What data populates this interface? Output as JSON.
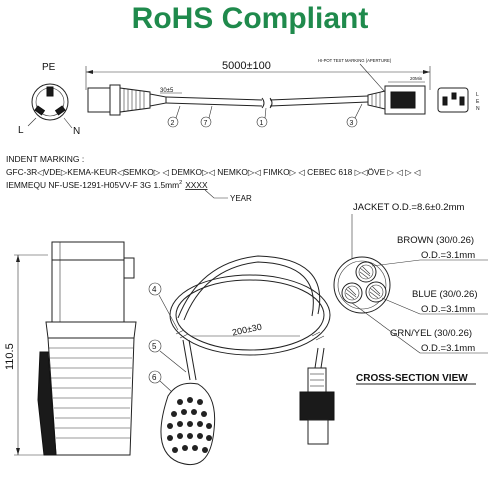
{
  "header": {
    "title": "RoHS Compliant",
    "title_color": "#1f8a4c"
  },
  "top_view": {
    "length_dim": "5000±100",
    "hipot_note": "HI-POT TEST MARKING (APERTURE)",
    "small_dim_left": "30±5",
    "small_dim_right": "20Min",
    "callouts": [
      "2",
      "7",
      "1",
      "3"
    ],
    "plug_pins": {
      "pe": "PE",
      "l": "L",
      "n": "N"
    },
    "receptacle_labels": [
      "L",
      "E",
      "N"
    ]
  },
  "marking": {
    "heading": "INDENT MARKING :",
    "line1": "GFC-3R◁VDE▷KEMA-KEUR◁SEMKO▷ ◁ DEMKO▷◁ NEMKO▷◁ FIMKO▷ ◁ CEBEC 618 ▷◁ÖVE ▷ ◁ ▷ ◁",
    "line2_prefix": "IEMMEQU NF-USE-1291-H05VV-F 3G 1.5mm",
    "line2_sup": "2",
    "line2_year_code": "XXXX",
    "year_label": "YEAR"
  },
  "side_view": {
    "height_dim": "110.5",
    "loop_dim": "200±30",
    "callouts": [
      "4",
      "5",
      "6"
    ]
  },
  "cross_section": {
    "jacket": "JACKET O.D.=8.6±0.2mm",
    "brown": "BROWN (30/0.26)",
    "brown_od": "O.D.=3.1mm",
    "blue": "BLUE (30/0.26)",
    "blue_od": "O.D.=3.1mm",
    "grn": "GRN/YEL (30/0.26)",
    "grn_od": "O.D.=3.1mm",
    "title": "CROSS-SECTION VIEW"
  }
}
